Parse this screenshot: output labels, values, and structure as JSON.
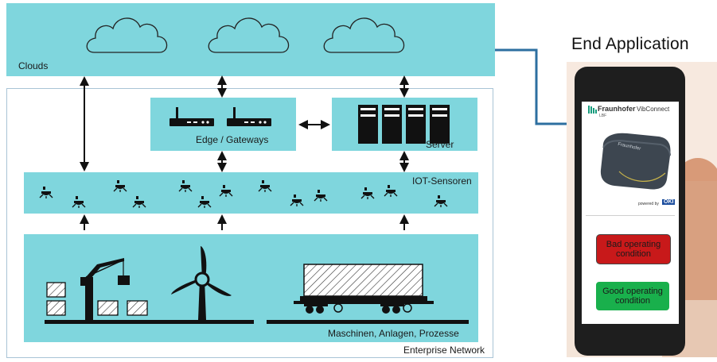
{
  "diagram": {
    "clouds_label": "Clouds",
    "edge_label": "Edge / Gateways",
    "server_label": "Server",
    "sensors_label": "IOT-Sensoren",
    "machines_label": "Maschinen, Anlagen, Prozesse",
    "enterprise_label": "Enterprise Network"
  },
  "app": {
    "title": "End Application",
    "brand": "Fraunhofer",
    "brand_sub": "LBF",
    "product": "VibConnect",
    "device_brand": "Fraunhofer",
    "powered_by": "powered by",
    "powered_logo": "OKI",
    "bad_status": "Bad operating condition",
    "good_status": "Good operating condition"
  },
  "colors": {
    "teal": "#7fd6dd",
    "connector": "#2d6fa0",
    "bad": "#c8191a",
    "good": "#19b04c"
  }
}
